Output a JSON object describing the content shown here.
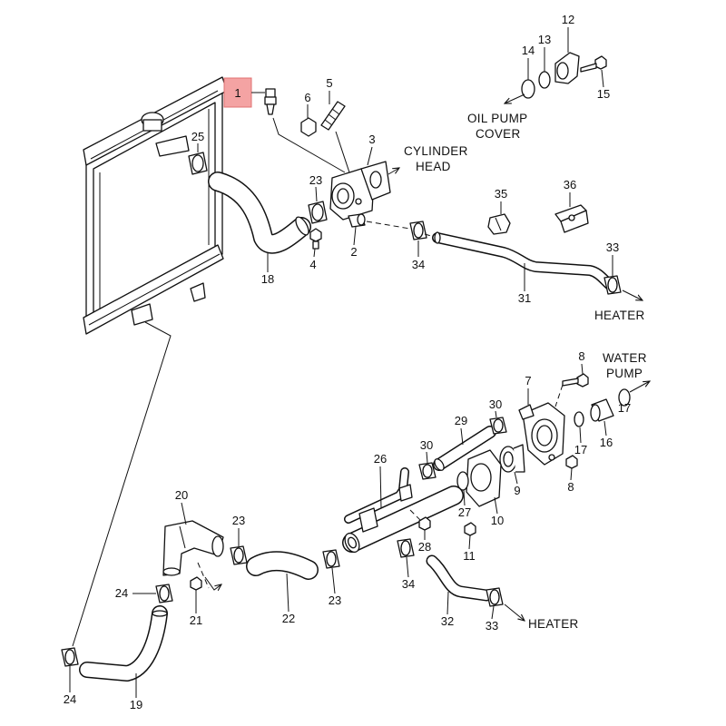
{
  "colors": {
    "line": "#111111",
    "highlight": "#f4a3a3",
    "background": "#ffffff"
  },
  "callouts": {
    "c1": "1",
    "c2": "2",
    "c3": "3",
    "c4": "4",
    "c5": "5",
    "c6": "6",
    "c7": "7",
    "c8a": "8",
    "c8b": "8",
    "c9": "9",
    "c10": "10",
    "c11": "11",
    "c12": "12",
    "c13": "13",
    "c14": "14",
    "c15": "15",
    "c16": "16",
    "c17a": "17",
    "c17b": "17",
    "c18": "18",
    "c19": "19",
    "c20": "20",
    "c21": "21",
    "c22": "22",
    "c23a": "23",
    "c23b": "23",
    "c23c": "23",
    "c24a": "24",
    "c24b": "24",
    "c25": "25",
    "c26": "26",
    "c27": "27",
    "c28": "28",
    "c29": "29",
    "c30a": "30",
    "c30b": "30",
    "c31": "31",
    "c32": "32",
    "c33a": "33",
    "c33b": "33",
    "c34a": "34",
    "c34b": "34",
    "c35": "35",
    "c36": "36"
  },
  "destinations": {
    "oil_pump_cover": [
      "OIL PUMP",
      "COVER"
    ],
    "cylinder_head": [
      "CYLINDER",
      "HEAD"
    ],
    "heater_top": "HEATER",
    "water_pump": [
      "WATER",
      "PUMP"
    ],
    "heater_bottom": "HEATER"
  },
  "highlighted_part": "1"
}
